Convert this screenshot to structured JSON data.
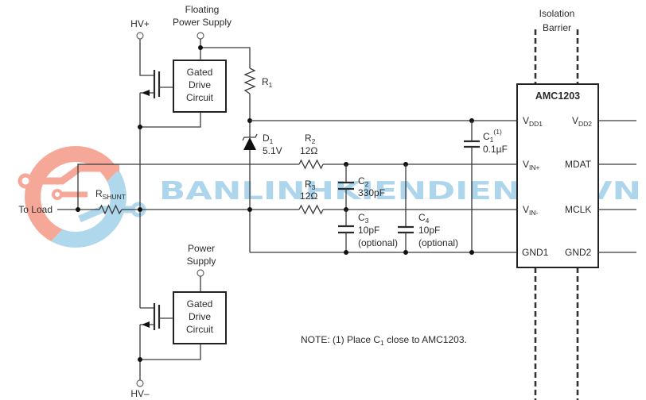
{
  "supplies": {
    "hv_plus": "HV+",
    "hv_minus": "HV–",
    "floating_supply": {
      "line1": "Floating",
      "line2": "Power Supply"
    },
    "power_supply": {
      "line1": "Power",
      "line2": "Supply"
    }
  },
  "gated_drive_top": {
    "line1": "Gated",
    "line2": "Drive",
    "line3": "Circuit"
  },
  "gated_drive_bottom": {
    "line1": "Gated",
    "line2": "Drive",
    "line3": "Circuit"
  },
  "to_load": "To Load",
  "components": {
    "r_shunt": {
      "symbol": "R",
      "sub": "SHUNT"
    },
    "r1": {
      "symbol": "R",
      "sub": "1"
    },
    "d1": {
      "symbol": "D",
      "sub": "1",
      "value": "5.1V"
    },
    "r2": {
      "symbol": "R",
      "sub": "2",
      "value": "12Ω"
    },
    "r3": {
      "symbol": "R",
      "sub": "3",
      "value": "12Ω"
    },
    "c1": {
      "symbol": "C",
      "sub": "1",
      "sup": "(1)",
      "value": "0.1µF"
    },
    "c2": {
      "symbol": "C",
      "sub": "2",
      "value": "330pF"
    },
    "c3": {
      "symbol": "C",
      "sub": "3",
      "value": "10pF",
      "note": "(optional)"
    },
    "c4": {
      "symbol": "C",
      "sub": "4",
      "value": "10pF",
      "note": "(optional)"
    }
  },
  "isolation": {
    "line1": "Isolation",
    "line2": "Barrier"
  },
  "chip": {
    "name": "AMC1203",
    "pins_left": [
      {
        "main": "V",
        "sub": "DD1"
      },
      {
        "main": "V",
        "sub": "IN+"
      },
      {
        "main": "V",
        "sub": "IN-"
      },
      {
        "main": "GND1",
        "sub": ""
      }
    ],
    "pins_right": [
      {
        "main": "V",
        "sub": "DD2"
      },
      {
        "main": "MDAT",
        "sub": ""
      },
      {
        "main": "MCLK",
        "sub": ""
      },
      {
        "main": "GND2",
        "sub": ""
      }
    ]
  },
  "note": {
    "prefix": "NOTE: (1) Place C",
    "sub": "1",
    "suffix": " close to AMC1203."
  },
  "watermark": {
    "text": "BANLINHKIENDIENTU.VN",
    "colors": {
      "salmon": "#f4937f",
      "blue": "#8ec5e4"
    }
  }
}
